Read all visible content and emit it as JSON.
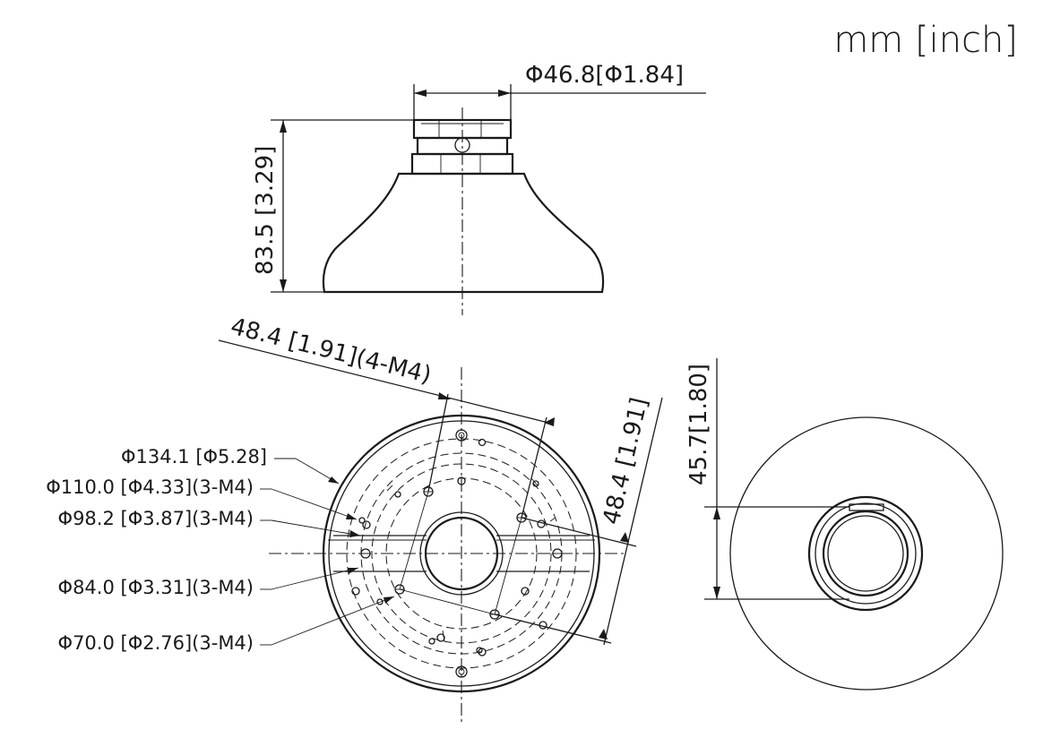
{
  "units": "mm [inch]",
  "side_view": {
    "top_diameter": "Φ46.8[Φ1.84]",
    "height": "83.5 [3.29]"
  },
  "bottom_view": {
    "hole_spacing_diagonal": "48.4 [1.91](4-M4)",
    "hole_spacing_right": "48.4 [1.91]",
    "labels": [
      "Φ134.1 [Φ5.28]",
      "Φ110.0 [Φ4.33](3-M4)",
      "Φ98.2 [Φ3.87](3-M4)",
      "Φ84.0 [Φ3.31](3-M4)",
      "Φ70.0 [Φ2.76](3-M4)"
    ]
  },
  "front_view": {
    "offset": "45.7[1.80]"
  }
}
